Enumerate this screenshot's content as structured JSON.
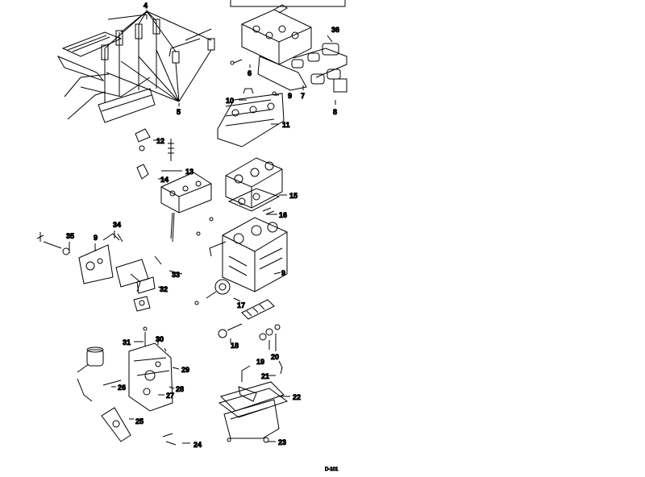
{
  "diagram": {
    "callouts": [
      "4",
      "5",
      "6",
      "7",
      "8",
      "9",
      "10",
      "11",
      "12",
      "13",
      "14",
      "15",
      "16",
      "17",
      "18",
      "19",
      "20",
      "21",
      "22",
      "23",
      "24",
      "25",
      "26",
      "27",
      "28",
      "29",
      "30",
      "31",
      "32",
      "33",
      "34",
      "35",
      "36",
      "9",
      "9"
    ],
    "corner_mark": "D-101"
  }
}
